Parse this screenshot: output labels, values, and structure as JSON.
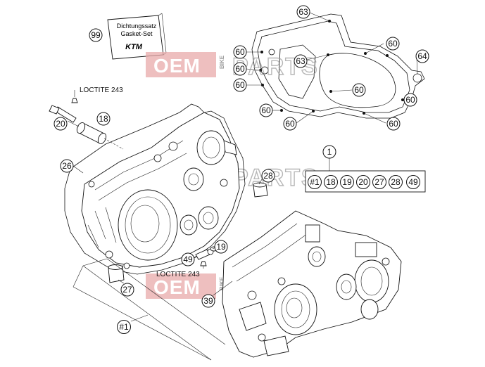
{
  "gasket_set": {
    "line1": "Dichtungssatz",
    "line2": "Gasket-Set",
    "logo_text": "KTM",
    "callout": "99"
  },
  "watermark": {
    "oem": "OEM",
    "bike": "BIKE",
    "parts": "PARTS"
  },
  "loctite_labels": [
    "LOCTITE 243",
    "LOCTITE 243"
  ],
  "kit": {
    "header": "1",
    "items": [
      "#1",
      "18",
      "19",
      "20",
      "27",
      "28",
      "49"
    ]
  },
  "callouts": {
    "c63a": "63",
    "c63b": "63",
    "c64": "64",
    "c60_1": "60",
    "c60_2": "60",
    "c60_3": "60",
    "c60_4": "60",
    "c60_5": "60",
    "c60_6": "60",
    "c60_7": "60",
    "c60_8": "60",
    "c60_9": "60",
    "c18": "18",
    "c20": "20",
    "c26": "26",
    "c28": "28",
    "c19": "19",
    "c49": "49",
    "c27": "27",
    "c39": "39",
    "chash1": "#1"
  }
}
